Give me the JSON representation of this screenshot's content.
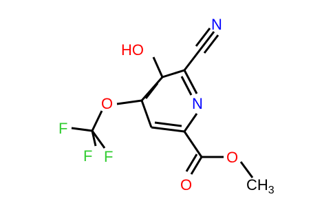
{
  "molecule": {
    "atoms": [
      {
        "id": "n_ring",
        "label": "N",
        "color": "#0000ff"
      },
      {
        "id": "n_nitrile",
        "label": "N",
        "color": "#0000ff"
      },
      {
        "id": "o_hydroxyl",
        "label": "HO",
        "color": "#ff0000"
      },
      {
        "id": "o_ether",
        "label": "O",
        "color": "#ff0000"
      },
      {
        "id": "f_1",
        "label": "F",
        "color": "#32cd32"
      },
      {
        "id": "f_2",
        "label": "F",
        "color": "#32cd32"
      },
      {
        "id": "f_3",
        "label": "F",
        "color": "#32cd32"
      },
      {
        "id": "o_carbonyl",
        "label": "O",
        "color": "#ff0000"
      },
      {
        "id": "o_ester",
        "label": "O",
        "color": "#ff0000"
      },
      {
        "id": "methyl",
        "label": "CH",
        "subscript": "3",
        "color": "#000000"
      }
    ],
    "bond_color": "#000000"
  }
}
